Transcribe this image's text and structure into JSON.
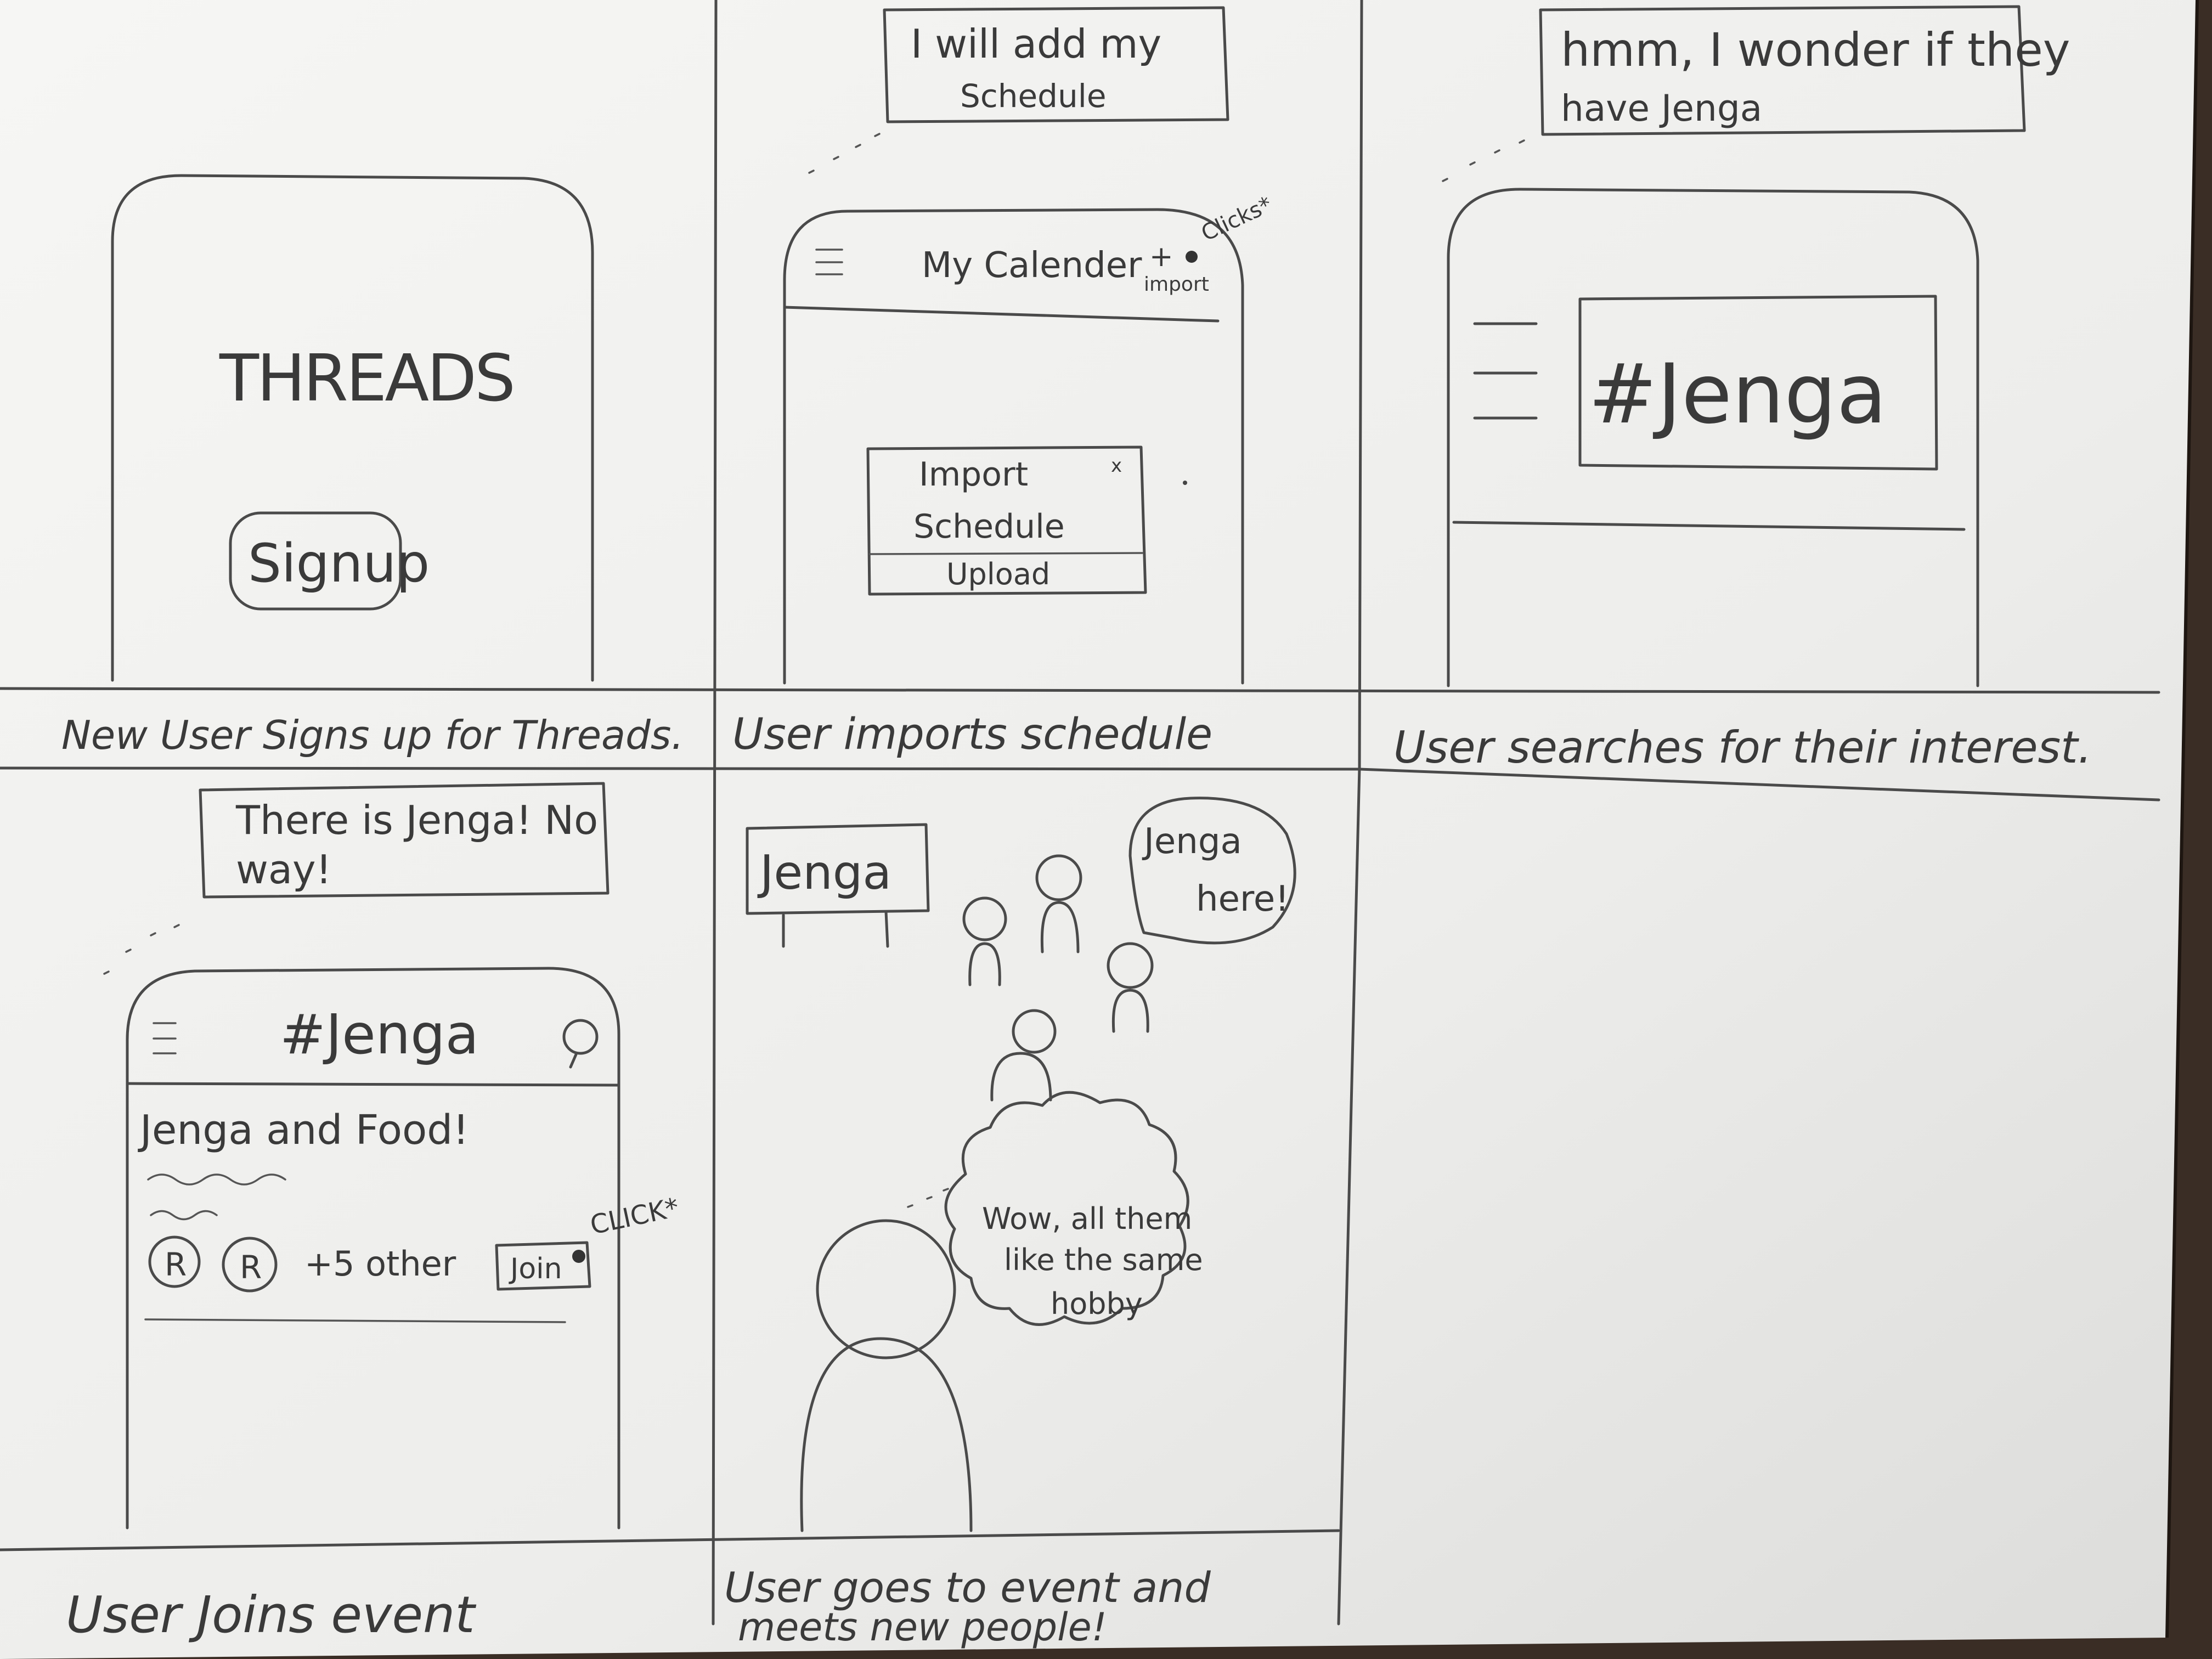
{
  "panels": [
    {
      "thought": "",
      "caption": "New User Signs up for Threads.",
      "screen": {
        "logo": "THREADS",
        "signup_button": "Signup"
      }
    },
    {
      "thought": "I will add my Schedule",
      "caption": "User imports schedule",
      "screen": {
        "title": "My Calender",
        "import_button": "+ import",
        "annotation": "Clicks*",
        "dialog": {
          "title_line1": "Import",
          "title_line2": "Schedule",
          "close": "x",
          "upload_button": "Upload"
        }
      }
    },
    {
      "thought": "hmm, I wonder if they have Jenga",
      "caption": "User searches for their interest.",
      "screen": {
        "search_value": "#Jenga"
      }
    },
    {
      "thought": "There is Jenga! No way!",
      "caption": "User Joins event",
      "screen": {
        "title": "#Jenga",
        "event_title": "Jenga and Food!",
        "attendee_initial": "R",
        "others": "+5 other",
        "join_button": "Join",
        "annotation": "CLICK*"
      }
    },
    {
      "thought": "",
      "caption": "User goes to event and meets new people!",
      "scene": {
        "sign": "Jenga",
        "speech": "Jenga here!",
        "thought_bubble": "Wow, all them like the same hobby"
      }
    }
  ],
  "icons": [
    "hamburger-menu-icon",
    "search-icon",
    "close-icon",
    "cursor-dot-icon",
    "person-icon"
  ],
  "colors": {
    "paper": "#f3f3f1",
    "ink": "#4a4a4a",
    "background": "#3a2d25"
  }
}
